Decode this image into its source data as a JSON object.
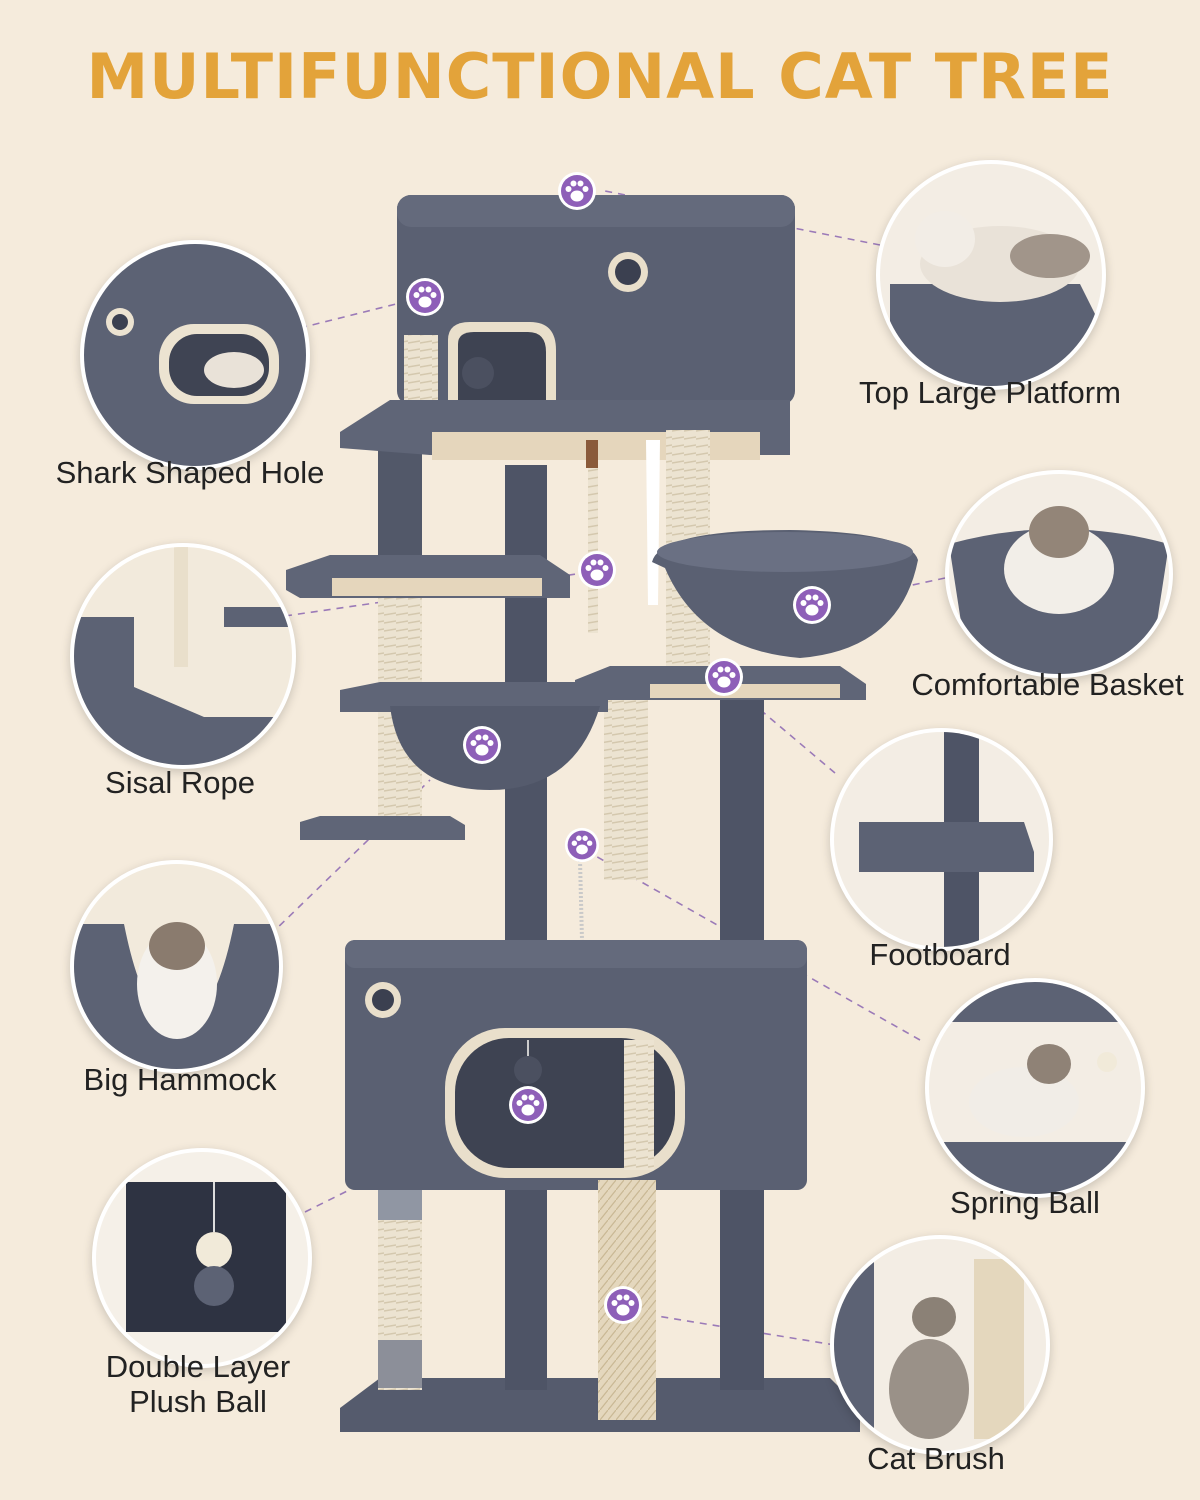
{
  "title": "MULTIFUNCTIONAL CAT TREE",
  "colors": {
    "title": "#e3a33a",
    "fabric": "#5a6072",
    "fabric_dark": "#444a5a",
    "sisal": "#e9dfcb",
    "paw": "#8e5fb8",
    "background": "#f5ebdc"
  },
  "features": [
    {
      "label": "Shark Shaped Hole"
    },
    {
      "label": "Sisal Rope"
    },
    {
      "label": "Big Hammock"
    },
    {
      "label": "Double Layer Plush Ball",
      "lines": [
        "Double Layer",
        "Plush Ball"
      ]
    },
    {
      "label": "Top Large Platform"
    },
    {
      "label": "Comfortable Basket"
    },
    {
      "label": "Footboard"
    },
    {
      "label": "Spring Ball"
    },
    {
      "label": "Cat Brush"
    }
  ],
  "icons": [
    "paw-icon"
  ]
}
